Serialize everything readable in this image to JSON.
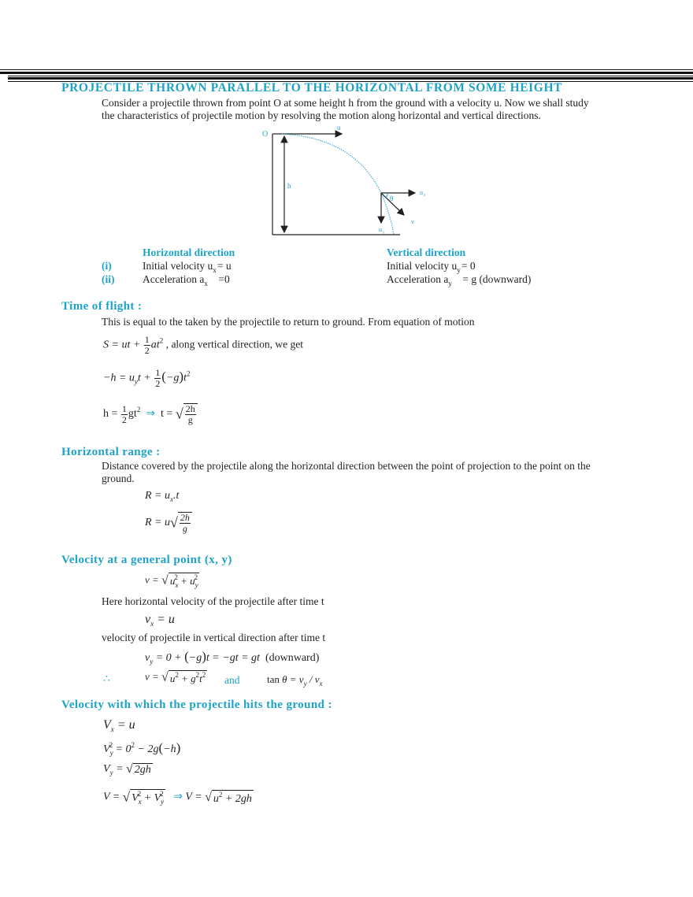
{
  "header": {
    "title": "PROJECTILE THROWN PARALLEL TO THE HORIZONTAL FROM SOME HEIGHT",
    "intro_line1": "Consider a projectile thrown from point O at some height h from the ground with a velocity u. Now we shall study",
    "intro_line2": "the characteristics of projectile motion by resolving the motion along horizontal and vertical directions."
  },
  "diagram": {
    "label_O": "O",
    "label_u": "u",
    "label_h": "h",
    "label_ux": "u",
    "label_ux_sub": "x",
    "label_theta": "θ",
    "label_v": "v",
    "label_uy": "u",
    "label_uy_sub": "y",
    "trajectory_color": "#1ea3c8"
  },
  "directions": {
    "horizontal_heading": "Horizontal direction",
    "vertical_heading": "Vertical direction",
    "rows": [
      {
        "marker": "(i)",
        "horizontal": "Initial velocity u",
        "h_sub": "x",
        "h_rest": "= u",
        "vertical": "Initial velocity u",
        "v_sub": "y",
        "v_rest": "= 0"
      },
      {
        "marker": "(ii)",
        "horizontal": "Acceleration a",
        "h_sub": "x",
        "h_rest": "=0",
        "vertical": "Acceleration  a",
        "v_sub": "y",
        "v_rest": "= g (downward)"
      }
    ]
  },
  "time_of_flight": {
    "heading": "Time of flight :",
    "text": "This is equal to the taken by the projectile to return to ground. From equation of motion",
    "eq1_suffix": ", along vertical direction, we get"
  },
  "horizontal_range": {
    "heading": "Horizontal range :",
    "text_line1": "Distance covered by the projectile along the horizontal direction between the point of projection to the point on the",
    "text_line2": "ground."
  },
  "velocity_general": {
    "heading": "Velocity at a general point (x, y)",
    "text1": "Here horizontal velocity of the projectile after time t",
    "text2": "velocity of projectile in vertical direction after time t",
    "vy_note": "(downward)",
    "therefore": "∴",
    "and": "and"
  },
  "velocity_ground": {
    "heading": "Velocity with which the projectile hits the ground :"
  },
  "colors": {
    "accent": "#1ea3c8",
    "text": "#231f20"
  }
}
